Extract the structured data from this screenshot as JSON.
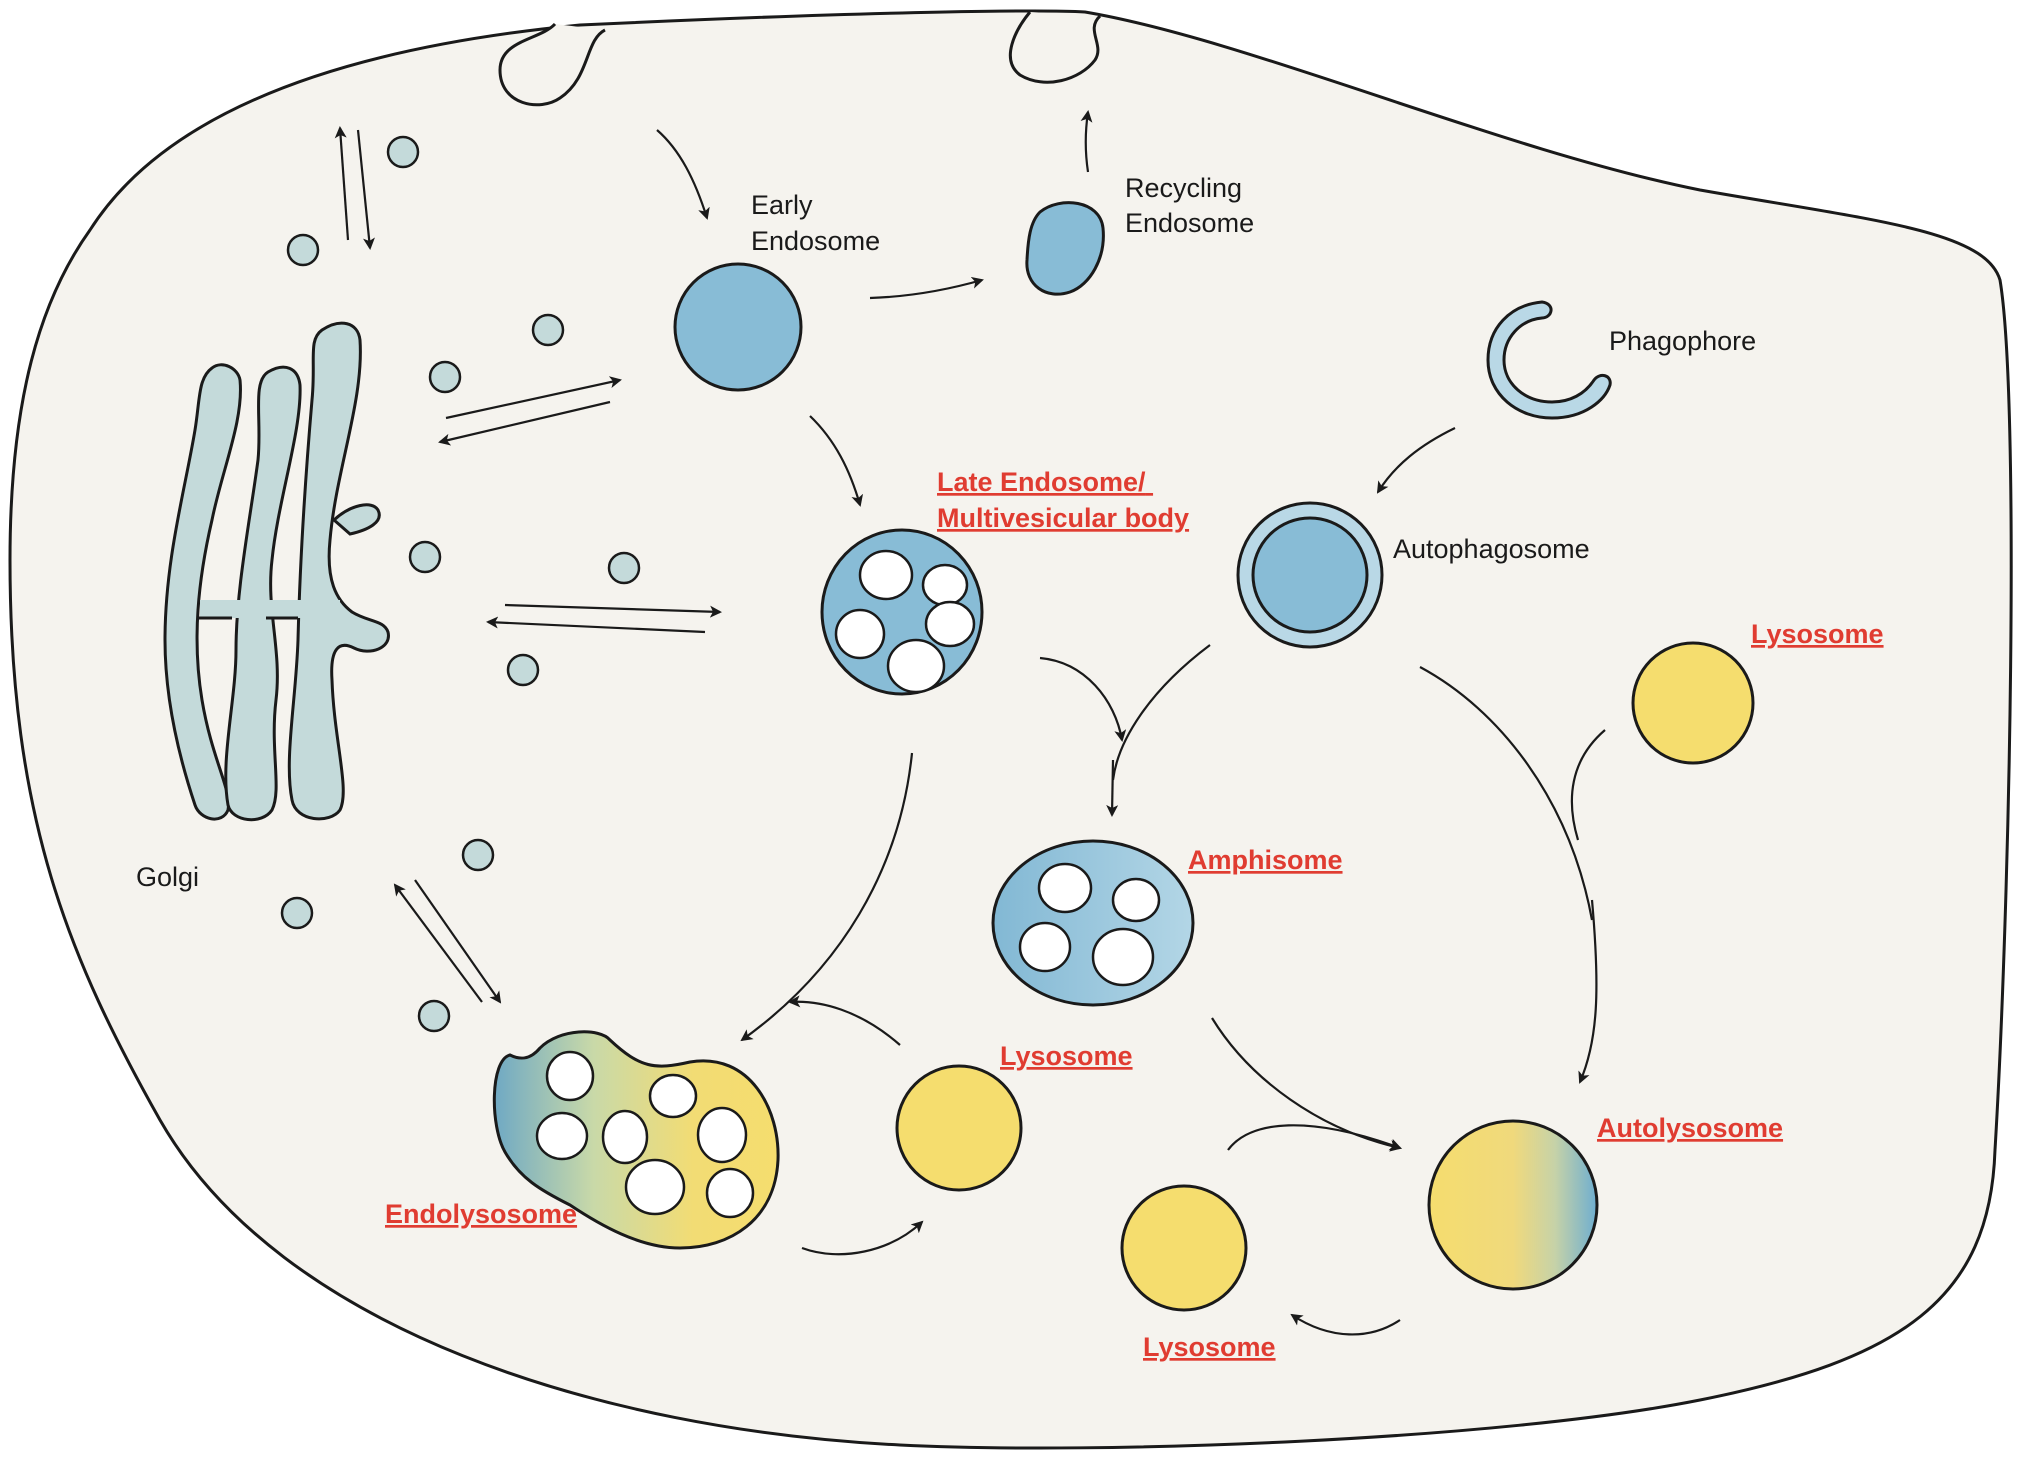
{
  "labels": {
    "golgi": "Golgi",
    "early_endosome": [
      "Early",
      "Endosome"
    ],
    "recycling_endosome": [
      "Recycling",
      "Endosome"
    ],
    "phagophore": "Phagophore",
    "late_endosome": [
      "Late Endosome/",
      "Multivesicular body"
    ],
    "autophagosome": "Autophagosome",
    "lysosome_top_right": "Lysosome",
    "amphisome": "Amphisome",
    "lysosome_center": "Lysosome",
    "endolysosome": "Endolysosome",
    "autolysosome": "Autolysosome",
    "lysosome_bottom": "Lysosome"
  },
  "colors": {
    "cytoplasm": "#f5f3ee",
    "endosome_blue": "#88bcd6",
    "golgi_fill": "#c4dada",
    "vesicle_fill": "#c4dada",
    "lysosome_yellow": "#f5dd6e",
    "highlight_label": "#e03c31",
    "membrane": "#1a1a1a"
  }
}
